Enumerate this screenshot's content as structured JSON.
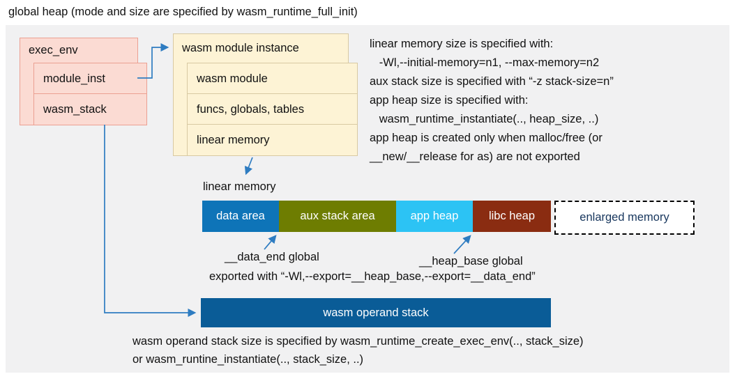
{
  "title": "global heap (mode and size are specified by wasm_runtime_full_init)",
  "exec_env_box": {
    "header": "exec_env",
    "rows": [
      "module_inst",
      "wasm_stack"
    ]
  },
  "module_instance_box": {
    "header": "wasm module instance",
    "rows": [
      "wasm module",
      "funcs, globals, tables",
      "linear memory"
    ]
  },
  "notes_right": {
    "lines": [
      "linear memory size is specified with:",
      "   -Wl,--initial-memory=n1, --max-memory=n2",
      "aux stack size is specified with “-z stack-size=n”",
      "app heap size is specified with:",
      "   wasm_runtime_instantiate(.., heap_size, ..)",
      "app heap is created only when malloc/free (or",
      "__new/__release for as) are not exported"
    ]
  },
  "memory_bar": {
    "label": "linear memory",
    "segments": [
      {
        "label": "data area",
        "color": "#0e74b8"
      },
      {
        "label": "aux stack area",
        "color": "#6e7d01"
      },
      {
        "label": "app heap",
        "color": "#2cc3f4"
      },
      {
        "label": "libc heap",
        "color": "#8a2c11"
      },
      {
        "label": "enlarged memory",
        "color": "#ffffff",
        "text_color": "#17365d",
        "border_style": "dashed"
      }
    ]
  },
  "annotations": {
    "data_end": "__data_end global",
    "heap_base": "__heap_base global",
    "exported": "exported with “-Wl,--export=__heap_base,--export=__data_end”"
  },
  "operand_stack": {
    "label": "wasm operand stack",
    "color": "#0a5c97"
  },
  "bottom_notes": {
    "lines": [
      "wasm operand stack size is specified by wasm_runtime_create_exec_env(.., stack_size)",
      "or wasm_runtine_instantiate(.., stack_size, ..)"
    ]
  },
  "colors": {
    "panel_bg": "#f1f1f2",
    "exec_env_fill": "#fbdbd3",
    "exec_env_border": "#eba092",
    "module_fill": "#fdf3d5",
    "module_border": "#d8c9a2",
    "arrow": "#2e7cc1"
  }
}
